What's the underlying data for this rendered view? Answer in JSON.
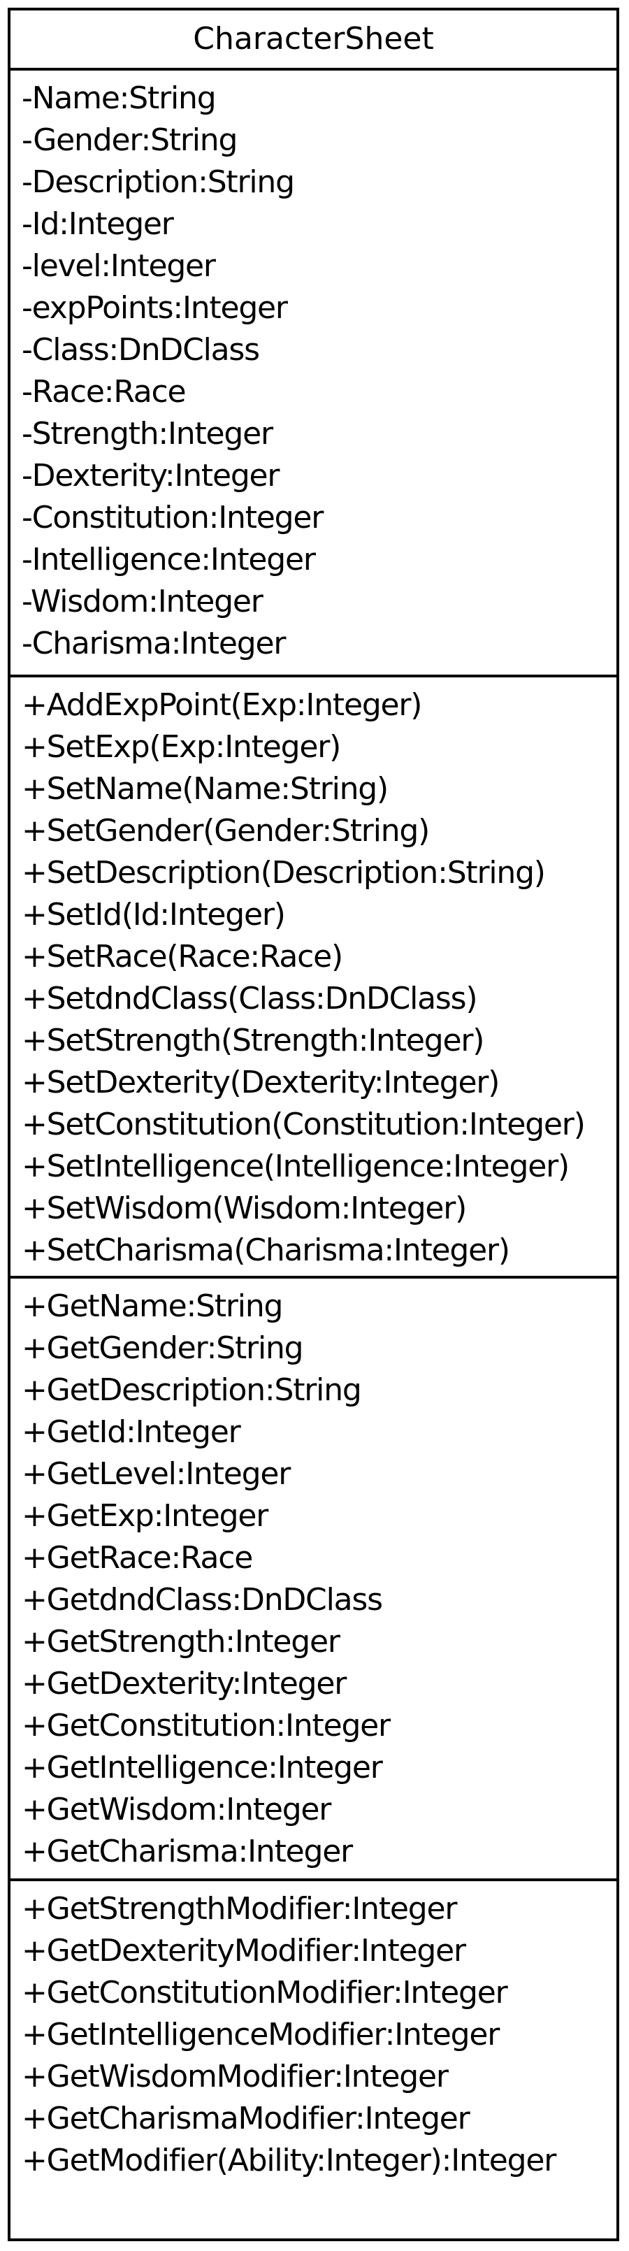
{
  "class_name": "CharacterSheet",
  "attributes": [
    "-Name:String",
    "-Gender:String",
    "-Description:String",
    "-Id:Integer",
    "-level:Integer",
    "-expPoints:Integer",
    "-Class:DnDClass",
    "-Race:Race",
    "-Strength:Integer",
    "-Dexterity:Integer",
    "-Constitution:Integer",
    "-Intelligence:Integer",
    "-Wisdom:Integer",
    "-Charisma:Integer"
  ],
  "setters": [
    "+AddExpPoint(Exp:Integer)",
    "+SetExp(Exp:Integer)",
    "+SetName(Name:String)",
    "+SetGender(Gender:String)",
    "+SetDescription(Description:String)",
    "+SetId(Id:Integer)",
    "+SetRace(Race:Race)",
    "+SetdndClass(Class:DnDClass)",
    "+SetStrength(Strength:Integer)",
    "+SetDexterity(Dexterity:Integer)",
    "+SetConstitution(Constitution:Integer)",
    "+SetIntelligence(Intelligence:Integer)",
    "+SetWisdom(Wisdom:Integer)",
    "+SetCharisma(Charisma:Integer)"
  ],
  "getters": [
    "+GetName:String",
    "+GetGender:String",
    "+GetDescription:String",
    "+GetId:Integer",
    "+GetLevel:Integer",
    "+GetExp:Integer",
    "+GetRace:Race",
    "+GetdndClass:DnDClass",
    "+GetStrength:Integer",
    "+GetDexterity:Integer",
    "+GetConstitution:Integer",
    "+GetIntelligence:Integer",
    "+GetWisdom:Integer",
    "+GetCharisma:Integer"
  ],
  "modifier_methods": [
    "+GetStrengthModifier:Integer",
    "+GetDexterityModifier:Integer",
    "+GetConstitutionModifier:Integer",
    "+GetIntelligenceModifier:Integer",
    "+GetWisdomModifier:Integer",
    "+GetCharismaModifier:Integer",
    "+GetModifier(Ability:Integer):Integer"
  ]
}
